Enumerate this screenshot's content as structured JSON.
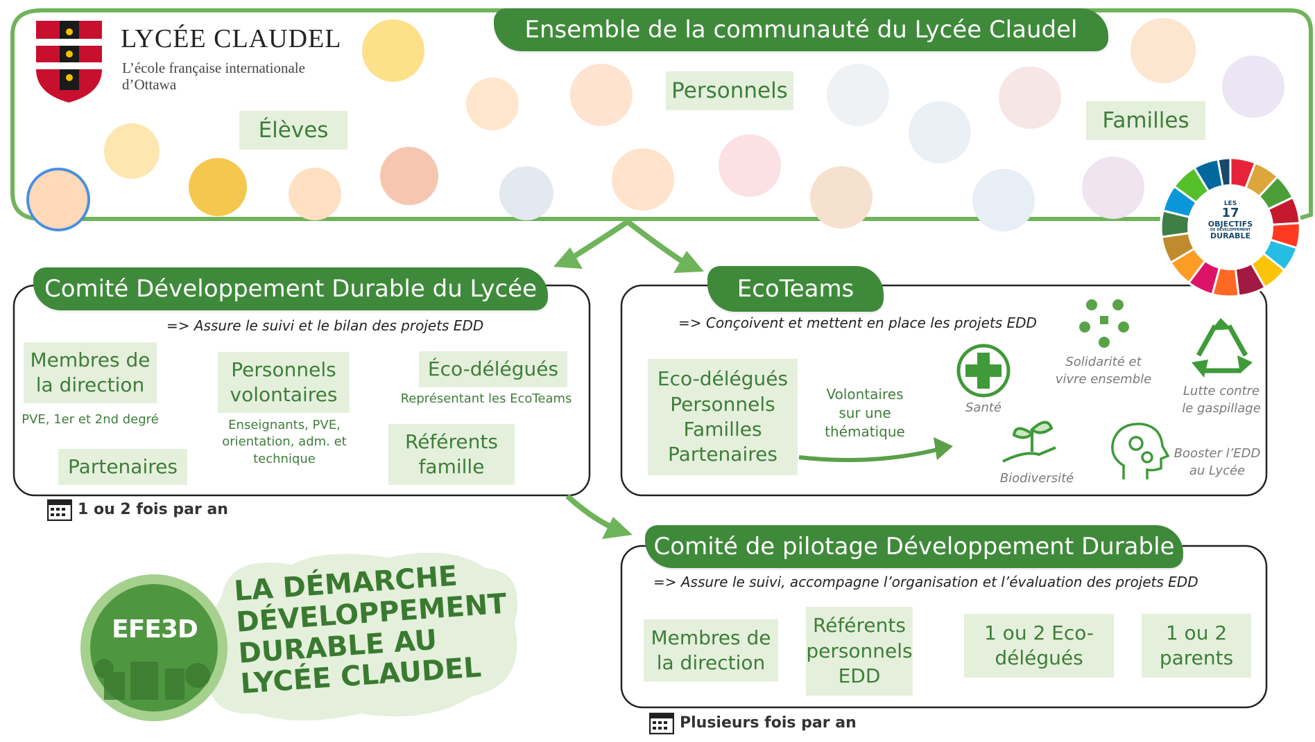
{
  "school": {
    "name": "LYCÉE CLAUDEL",
    "subtitle_line1": "L’école française internationale",
    "subtitle_line2": "d’Ottawa"
  },
  "community": {
    "title": "Ensemble de la communauté du Lycée Claudel",
    "groups": {
      "eleves": "Élèves",
      "personnels": "Personnels",
      "familles": "Familles"
    }
  },
  "sdg": {
    "les": "LES",
    "number": "17",
    "line1": "OBJECTIFS",
    "line2": "DE DÉVELOPPEMENT",
    "line3": "DURABLE"
  },
  "cdd": {
    "title": "Comité Développement Durable du Lycée",
    "subtitle": "=> Assure le suivi et le bilan des projets EDD",
    "membres": "Membres de\nla direction",
    "membres_note": "PVE, 1er et 2nd degré",
    "personnels": "Personnels\nvolontaires",
    "personnels_note": "Enseignants, PVE,\norientation, adm. et\ntechnique",
    "ecodelegues": "Éco-délégués",
    "ecodelegues_note": "Représentant les EcoTeams",
    "partenaires": "Partenaires",
    "referents": "Référents\nfamille",
    "frequency": "1 ou 2 fois par an"
  },
  "ecoteams": {
    "title": "EcoTeams",
    "subtitle": "=> Conçoivent et mettent en place les projets EDD",
    "members": "Eco-délégués\nPersonnels\nFamilles\nPartenaires",
    "volunteers": "Volontaires\nsur une\nthématique",
    "themes": {
      "sante": "Santé",
      "solidarite": "Solidarité et\nvivre ensemble",
      "gaspillage": "Lutte contre\nle gaspillage",
      "biodiversite": "Biodiversité",
      "booster": "Booster l’EDD\nau Lycée"
    }
  },
  "pilotage": {
    "title": "Comité de pilotage Développement Durable",
    "subtitle": "=> Assure le suivi, accompagne l’organisation et l’évaluation des projets EDD",
    "membres": "Membres de\nla direction",
    "referents": "Référents\npersonnels\nEDD",
    "ecodelegues": "1 ou 2 Eco-\ndélégués",
    "parents": "1 ou 2\nparents",
    "frequency": "Plusieurs fois par an"
  },
  "efe3d": {
    "logo": "EFE3D",
    "line1": "LA DÉMARCHE",
    "line2": "DÉVELOPPEMENT",
    "line3": "DURABLE AU",
    "line4": "LYCÉE CLAUDEL"
  },
  "colors": {
    "green": "#3f8a3a",
    "chip": "#e4f0dc",
    "border": "#222222",
    "arrow": "#6fb35a"
  }
}
